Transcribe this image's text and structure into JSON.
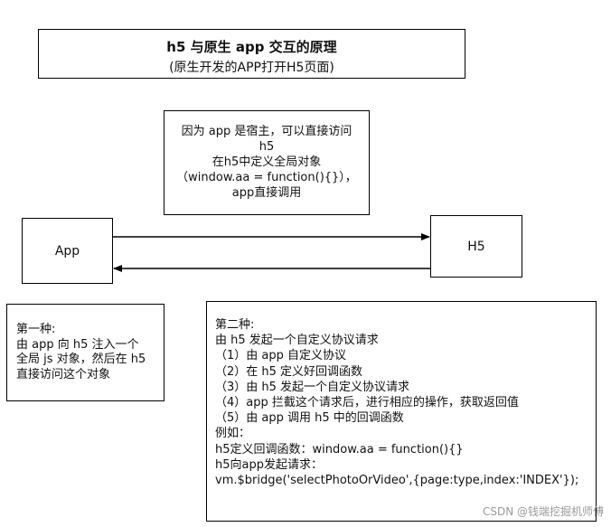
{
  "title": {
    "main": "h5 与原生 app 交互的原理",
    "sub": "(原生开发的APP打开H5页面)"
  },
  "note": {
    "lines": [
      "因为 app 是宿主，可以直接访问",
      "h5",
      "在h5中定义全局对象",
      "（window.aa = function(){}），",
      "app直接调用"
    ]
  },
  "nodes": {
    "app": "App",
    "h5": "H5"
  },
  "method1": {
    "lines": [
      "第一种:",
      "由 app 向 h5 注入一个",
      "全局 js 对象，然后在 h5",
      "直接访问这个对象"
    ]
  },
  "method2": {
    "lines": [
      "第二种:",
      "由 h5 发起一个自定义协议请求",
      "（1）由 app 自定义协议",
      "（2）在 h5 定义好回调函数",
      "（3）由 h5 发起一个自定义协议请求",
      "（4）app 拦截这个请求后，进行相应的操作，获取返回值",
      "（5）由 app 调用 h5 中的回调函数",
      "例如：",
      "h5定义回调函数：window.aa = function(){}",
      "h5向app发起请求：",
      "vm.$bridge('selectPhotoOrVideo',{page:type,index:'INDEX'});"
    ]
  },
  "watermark": "CSDN @钱端挖掘机师傅",
  "colors": {
    "stroke": "#000000",
    "text": "#111111",
    "watermark": "#9a9a9a"
  }
}
